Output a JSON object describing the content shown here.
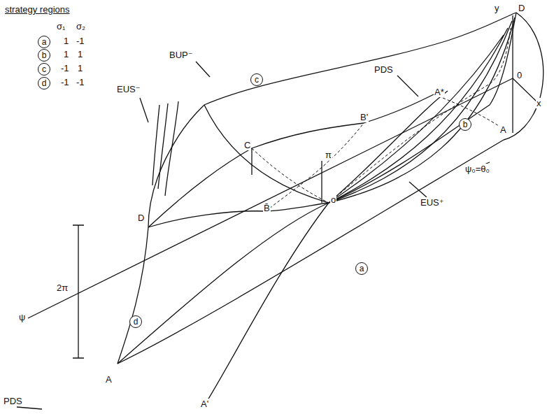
{
  "diagram": {
    "nodes": [
      {
        "text": [
          "a"
        ]
      },
      {
        "text": [
          "b"
        ]
      },
      {
        "text": [
          "c"
        ]
      },
      {
        "text": [
          "d"
        ]
      },
      {
        "text": [
          "c"
        ]
      },
      {
        "text": [
          "b"
        ]
      },
      {
        "text": [
          "a"
        ]
      },
      {
        "text": [
          "d"
        ]
      }
    ],
    "labels": [
      "strategy regions",
      "σ₁",
      "σ₂",
      "1",
      "-1",
      "1",
      "1",
      "-1",
      "1",
      "-1",
      "-1",
      "y",
      "D",
      "PDS",
      "A*",
      "0",
      "x",
      "BUP⁻",
      "B'",
      "EUS⁻",
      "A",
      "C",
      "π",
      "ψ₀=θ₀",
      "EUS⁺",
      "o",
      "B̄",
      "D",
      "2π",
      "ψ",
      "A",
      "A'",
      "PDS"
    ]
  }
}
